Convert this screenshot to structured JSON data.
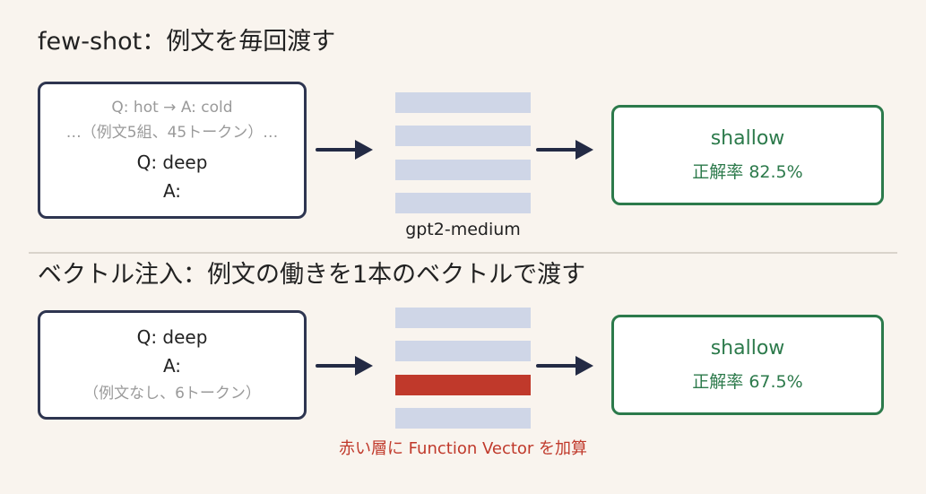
{
  "section_fewshot": {
    "title": "few-shot：例文を毎回渡す",
    "input_lines": [
      "Q: hot → A: cold",
      "…（例文5組、45トークン）…",
      "Q: deep",
      "A:"
    ],
    "model_label": "gpt2-medium",
    "output_word": "shallow",
    "output_accuracy": "正解率 82.5%"
  },
  "section_vector": {
    "title": "ベクトル注入：例文の働きを1本のベクトルで渡す",
    "input_lines": [
      "Q: deep",
      "A:",
      "（例文なし、6トークン）"
    ],
    "injection_label": "赤い層に Function Vector を加算",
    "output_word": "shallow",
    "output_accuracy": "正解率 67.5%"
  },
  "colors": {
    "input_border": "#2e3550",
    "output": "#2c7a4b",
    "layer": "#cfd6e7",
    "injected_layer": "#c0392b",
    "arrow": "#232a44"
  }
}
